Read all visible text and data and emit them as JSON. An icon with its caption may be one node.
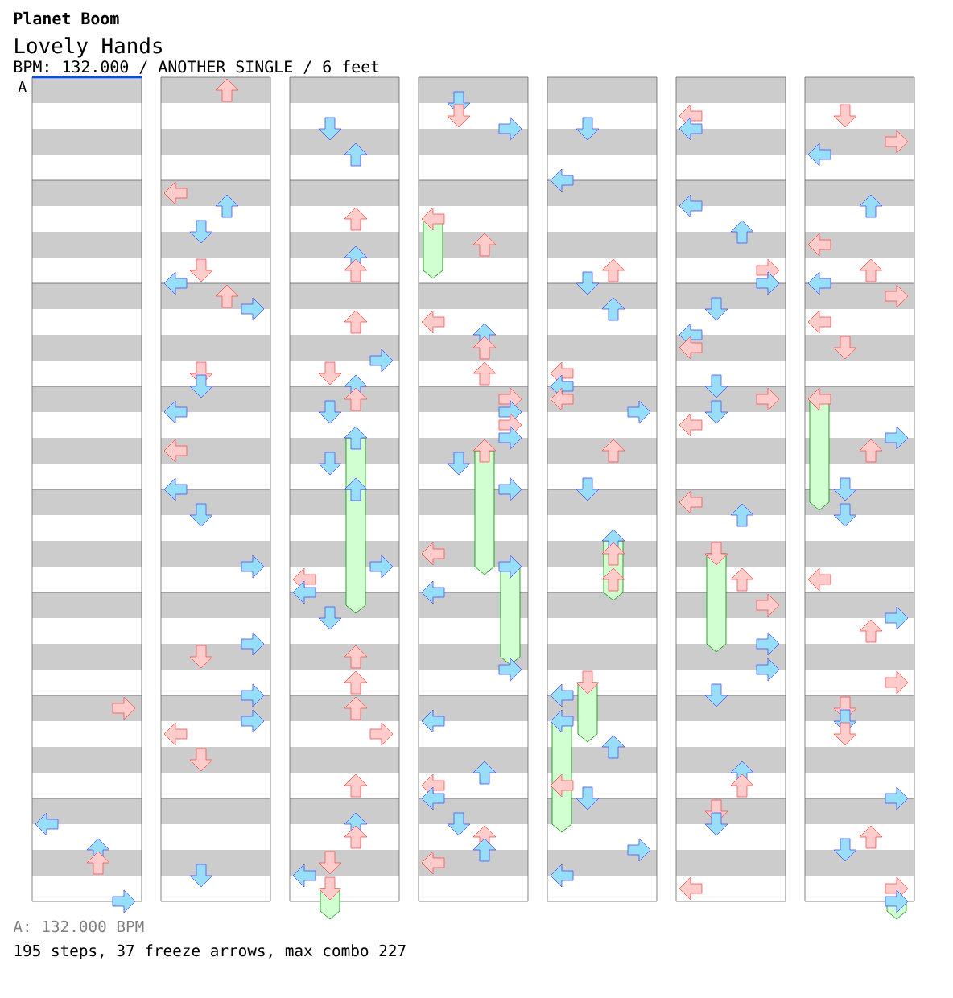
{
  "diagram": {
    "labels": [
      "Planet Boom",
      "Lovely Hands",
      "BPM: 132.000 / ANOTHER SINGLE / 6 feet",
      "A",
      "A: 132.000 BPM",
      "195 steps, 37 freeze arrows, max combo 227"
    ]
  }
}
